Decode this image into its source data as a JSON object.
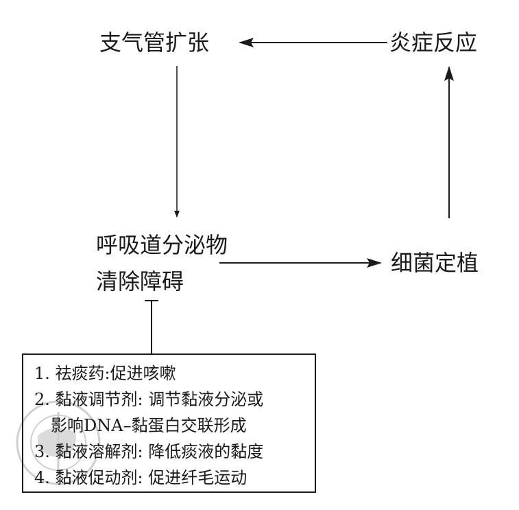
{
  "nodes": {
    "bronchiectasis": "支气管扩张",
    "inflammation": "炎症反应",
    "secretion_line1": "呼吸道分泌物",
    "secretion_line2": "清除障碍",
    "colonization": "细菌定植"
  },
  "treatment_box": {
    "items": [
      "1. 祛痰药:促进咳嗽",
      "2. 黏液调节剂: 调节黏液分泌或",
      "影响DNA–黏蛋白交联形成",
      "3. 黏液溶解剂: 降低痰液的黏度",
      "4. 黏液促动剂: 促进纤毛运动"
    ]
  },
  "watermark": "中华医学会 CHINESE MEDICAL ASSOCIATION"
}
